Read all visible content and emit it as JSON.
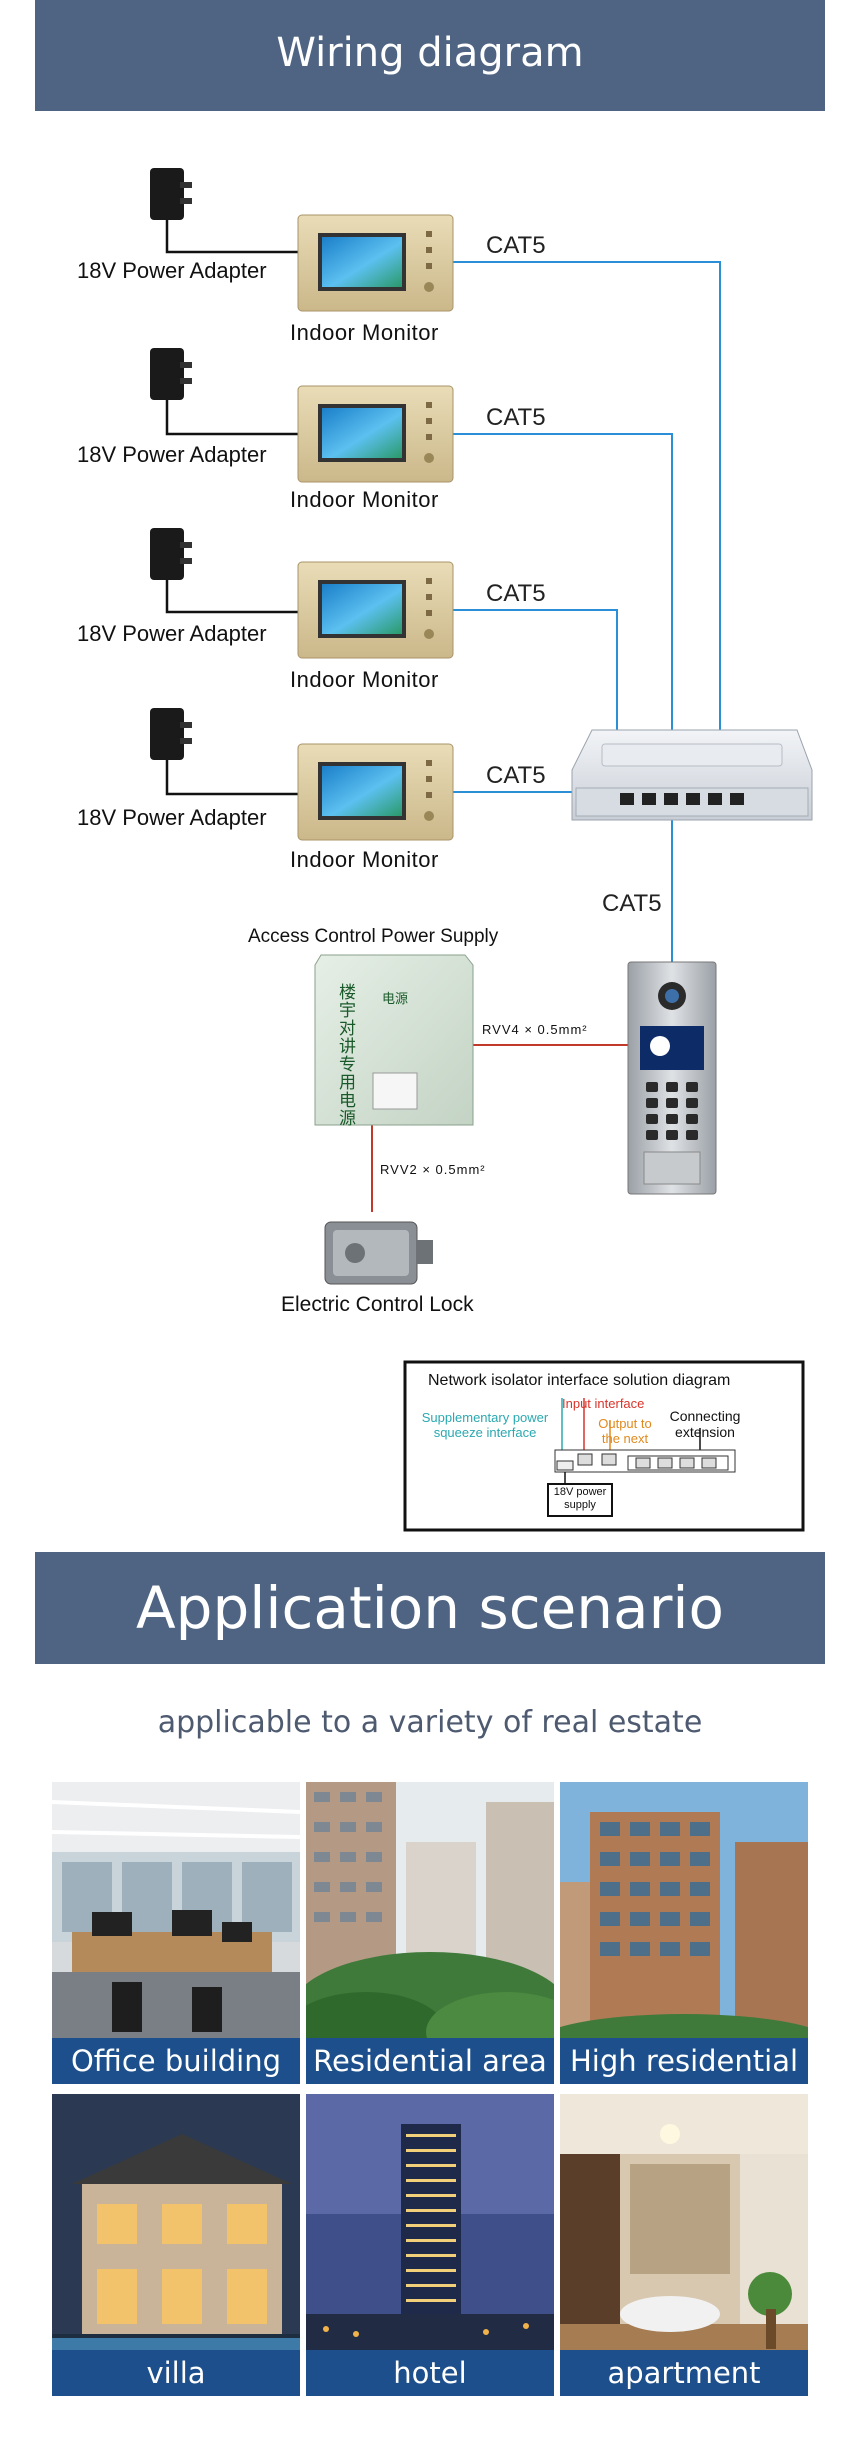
{
  "wiring": {
    "title": "Wiring diagram",
    "adapter_label": "18V Power Adapter",
    "monitor_label": "Indoor Monitor",
    "cable_label": "CAT5",
    "cable_label_bottom": "CAT5",
    "power_supply_label": "Access Control Power Supply",
    "power_supply_front_text": "楼宇对讲专用电源",
    "power_supply_badge": "电源",
    "rvv4_label": "RVV4 × 0.5mm²",
    "rvv2_label": "RVV2 × 0.5mm²",
    "lock_label": "Electric Control Lock"
  },
  "isolator": {
    "title": "Network isolator interface solution diagram",
    "supplementary": "Supplementary power squeeze interface",
    "input": "Input interface",
    "output": "Output to the next",
    "connecting": "Connecting extension",
    "power": "18V power supply",
    "colors": {
      "supplementary": "#2aa9b0",
      "input": "#d9342b",
      "output": "#e08a1e"
    }
  },
  "application": {
    "title": "Application scenario",
    "subtitle": "applicable to a variety of real estate",
    "tiles": [
      {
        "label": "Office building",
        "icon": "office-photo"
      },
      {
        "label": "Residential area",
        "icon": "residential-photo"
      },
      {
        "label": "High residential",
        "icon": "highrise-photo"
      },
      {
        "label": "villa",
        "icon": "villa-photo"
      },
      {
        "label": "hotel",
        "icon": "hotel-photo"
      },
      {
        "label": "apartment",
        "icon": "apartment-photo"
      }
    ]
  },
  "colors": {
    "banner": "#4f6482",
    "caption": "#1c4f8b",
    "cat5_line": "#2a8fd6",
    "rvv_line": "#c0392b"
  }
}
